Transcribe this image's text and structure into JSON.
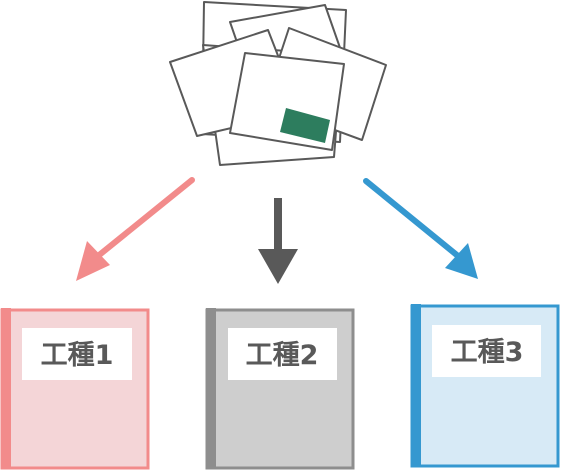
{
  "binders": [
    {
      "label": "工種1",
      "color": "#f28b8b",
      "fill": "#f4d5d7",
      "arrow_color": "#f28b8b"
    },
    {
      "label": "工種2",
      "color": "#8e8e8e",
      "fill": "#cecece",
      "arrow_color": "#595959"
    },
    {
      "label": "工種3",
      "color": "#3598d0",
      "fill": "#d7eaf6",
      "arrow_color": "#3598d0"
    }
  ],
  "source": {
    "icon": "scattered-papers-icon",
    "stroke_color": "#595959",
    "accent_color": "#2d7d5e"
  }
}
